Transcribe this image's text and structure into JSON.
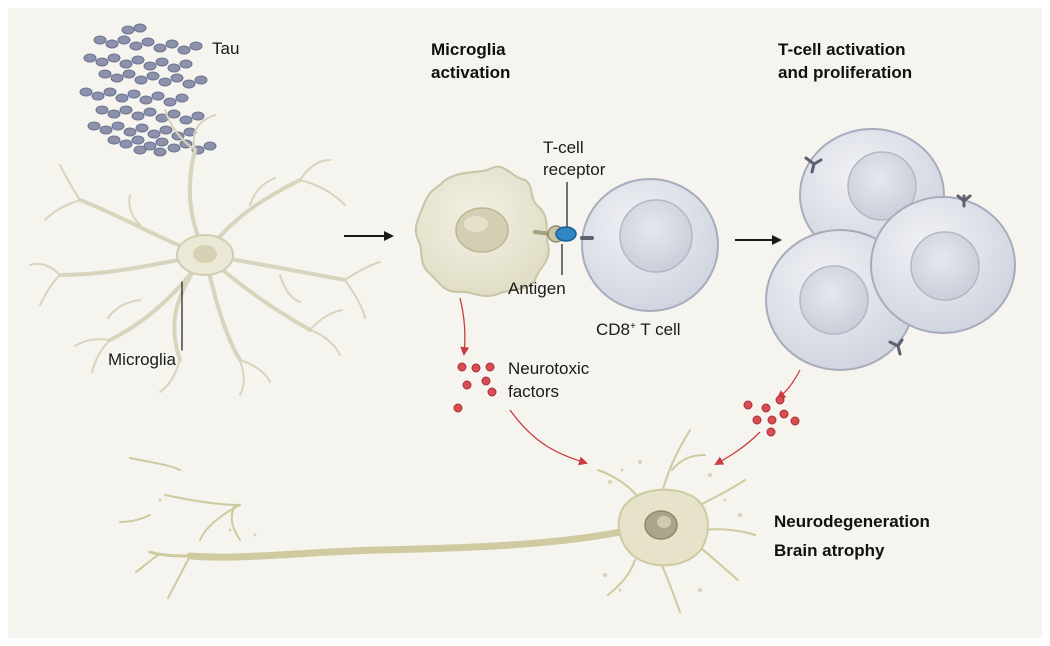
{
  "stages": [
    {
      "title_line1": "Microglia",
      "title_line2": "activation"
    },
    {
      "title_line1": "T-cell activation",
      "title_line2": "and proliferation"
    }
  ],
  "labels": {
    "tau": "Tau",
    "microglia": "Microglia",
    "tcr_line1": "T-cell",
    "tcr_line2": "receptor",
    "antigen": "Antigen",
    "cd8_prefix": "CD8",
    "cd8_sup": "+",
    "cd8_suffix": " T cell",
    "neurotoxic_line1": "Neurotoxic",
    "neurotoxic_line2": "factors"
  },
  "outcomes": [
    "Neurodegeneration",
    "Brain atrophy"
  ],
  "colors": {
    "panel": "#f5f4ee",
    "tau": "#8c92ab",
    "glia": "#ebe8d6",
    "glia_outline": "#c9c4a6",
    "tcell": "#dde0ea",
    "tcell_outline": "#a7acbc",
    "receptor": "#2f86c4",
    "factor": "#d94c52",
    "arrow": "#1a1a1a",
    "red_arrow": "#cc3b40"
  },
  "icons": [
    "tau-aggregate-icon",
    "microglia-resting-icon",
    "microglia-activated-icon",
    "t-cell-icon",
    "neuron-degenerating-icon"
  ]
}
